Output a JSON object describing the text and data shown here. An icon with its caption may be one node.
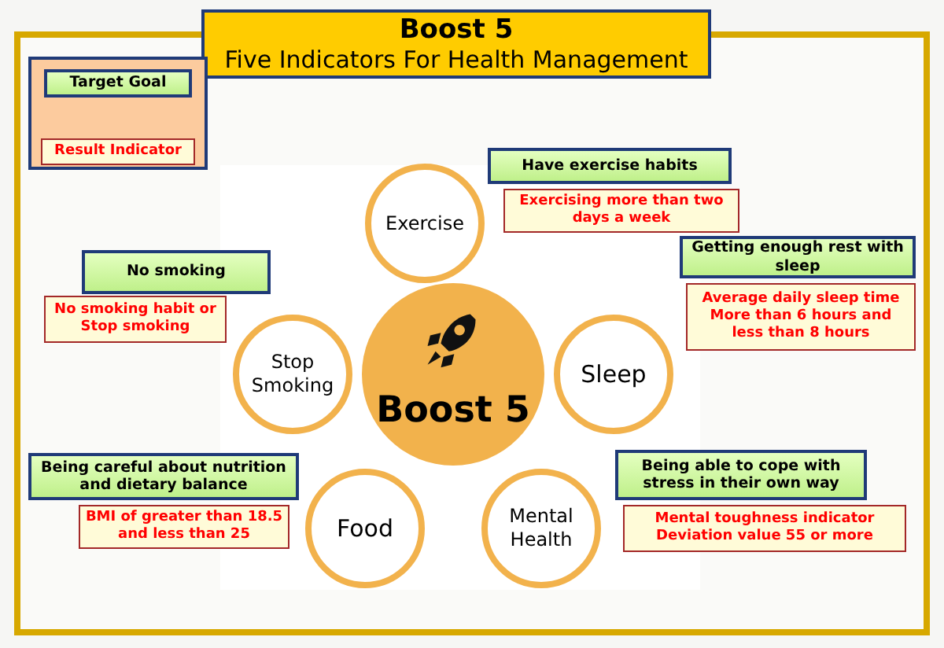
{
  "diagram": {
    "nodes": [
      {
        "text": [
          "Boost 5",
          "Five Indicators For Health Management"
        ]
      },
      {
        "text": [],
        "shape": "box"
      },
      {
        "text": [
          "Target Goal"
        ],
        "in": 1
      },
      {
        "text": [
          "Result Indicator"
        ],
        "in": 1
      },
      {
        "text": [
          "Have exercise habits"
        ]
      },
      {
        "text": [
          "Exercising more than two days a week"
        ]
      },
      {
        "text": [
          "Exercise"
        ]
      },
      {
        "text": [
          "No smoking"
        ]
      },
      {
        "text": [
          "No smoking habit or Stop smoking"
        ]
      },
      {
        "text": [
          "Stop Smoking"
        ]
      },
      {
        "text": [
          "Boost 5"
        ]
      },
      {
        "text": [
          "Sleep"
        ]
      },
      {
        "text": [
          "Getting enough rest with sleep"
        ]
      },
      {
        "text": [
          "Average daily sleep time More than 6 hours and less than 8 hours"
        ]
      },
      {
        "text": [
          "Being careful about nutrition and dietary balance"
        ]
      },
      {
        "text": [
          "BMI of greater than 18.5 and less than 25"
        ]
      },
      {
        "text": [
          "Food"
        ]
      },
      {
        "text": [
          "Mental Health"
        ]
      },
      {
        "text": [
          "Being able to cope with stress in their own way"
        ]
      },
      {
        "text": [
          "Mental toughness indicator Deviation value 55 or more"
        ]
      }
    ]
  }
}
